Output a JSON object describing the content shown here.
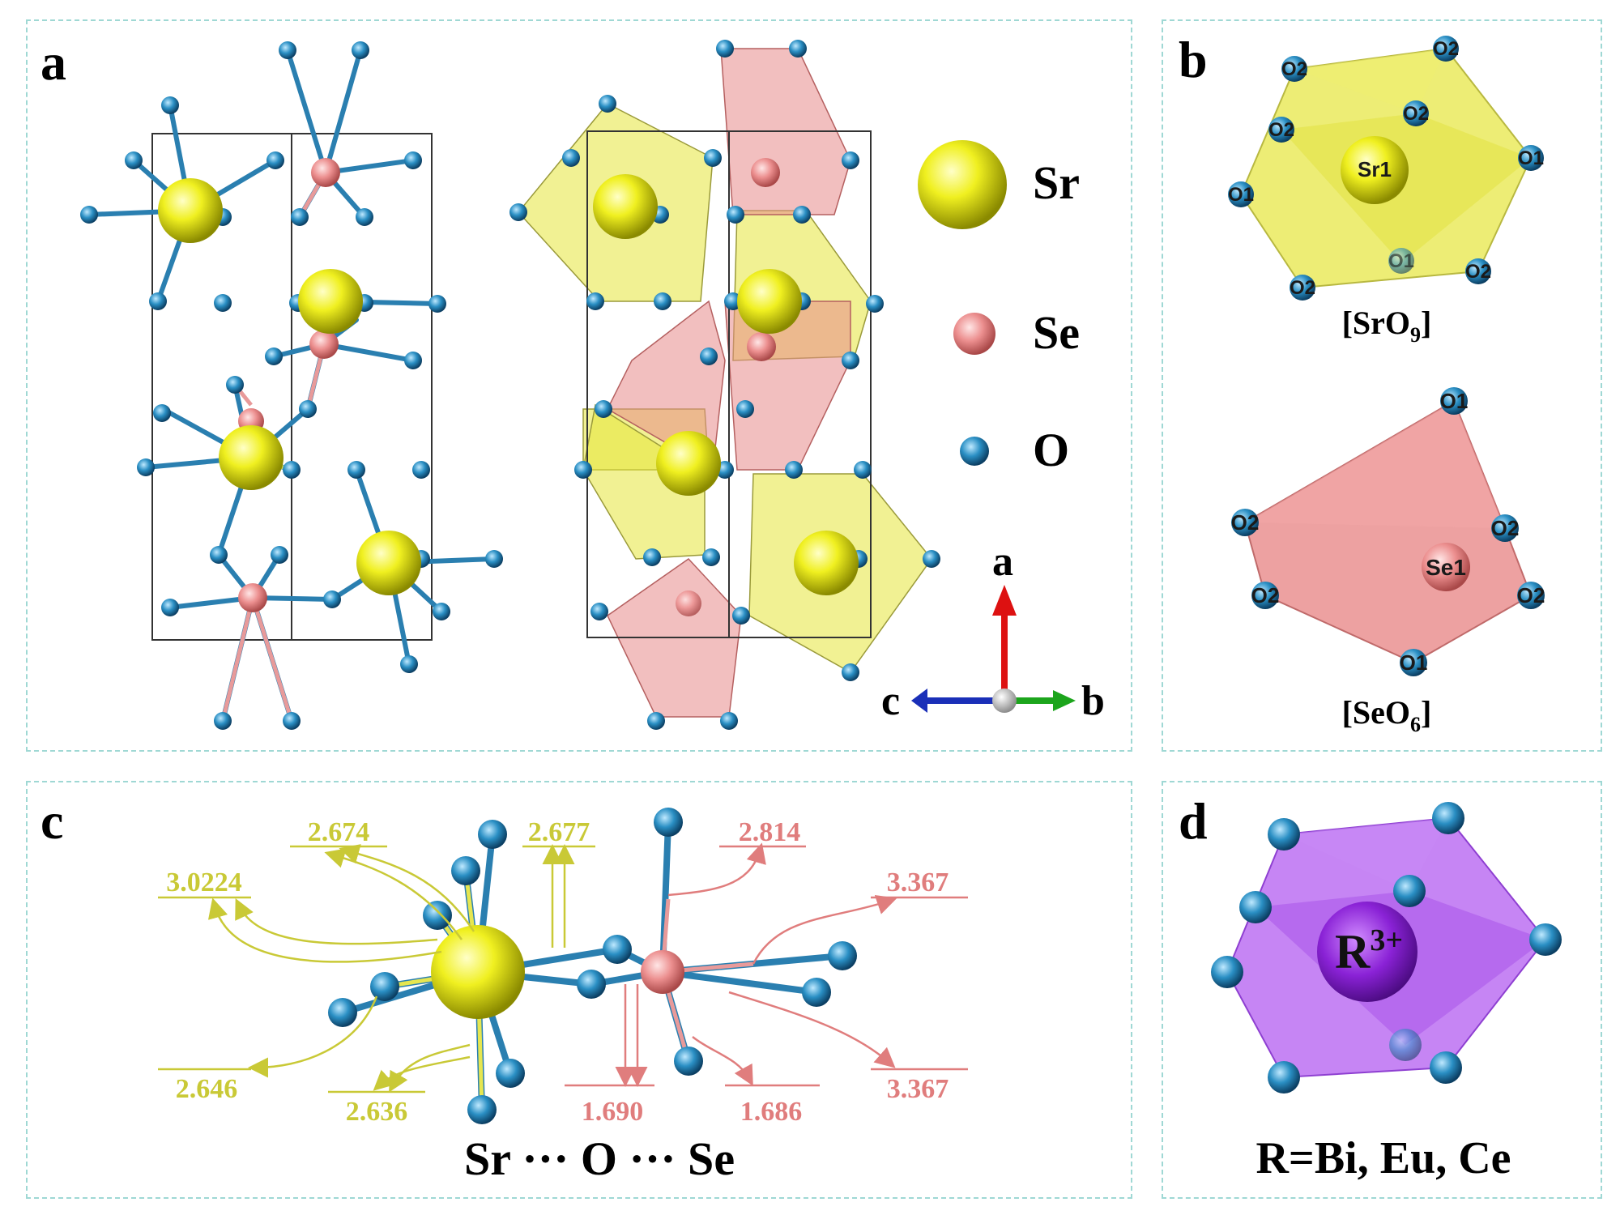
{
  "panels": {
    "a": {
      "label": "a"
    },
    "b": {
      "label": "b"
    },
    "c": {
      "label": "c"
    },
    "d": {
      "label": "d"
    }
  },
  "legend": {
    "sr": "Sr",
    "se": "Se",
    "o": "O"
  },
  "axes": {
    "a": "a",
    "b": "b",
    "c": "c"
  },
  "panel_b": {
    "sr_polyhedron_label": "[SrO",
    "sr_polyhedron_sub": "9",
    "sr_polyhedron_end": "]",
    "se_polyhedron_label": "[SeO",
    "se_polyhedron_sub": "6",
    "se_polyhedron_end": "]",
    "sr_center": "Sr1",
    "se_center": "Se1",
    "sr_oxygens": [
      "O2",
      "O2",
      "O2",
      "O2",
      "O1",
      "O1",
      "O1",
      "O2",
      "O2"
    ],
    "se_oxygens": [
      "O1",
      "O2",
      "O2",
      "O2",
      "O2",
      "O1"
    ]
  },
  "panel_c": {
    "caption": "Sr ··· O ··· Se",
    "sr_distances": [
      "2.674",
      "2.677",
      "3.0224",
      "2.646",
      "2.636"
    ],
    "se_distances": [
      "2.814",
      "3.367",
      "1.690",
      "1.686",
      "3.367"
    ]
  },
  "panel_d": {
    "ion_base": "R",
    "ion_sup": "3+",
    "caption": "R=Bi, Eu, Ce"
  },
  "colors": {
    "sr": "#e6e61e",
    "se": "#e88a8a",
    "o": "#2a8fc4",
    "r": "#9a3fe0",
    "sr_label": "#c9c936",
    "se_label": "#e07d7d",
    "border": "#9fd8d4"
  }
}
